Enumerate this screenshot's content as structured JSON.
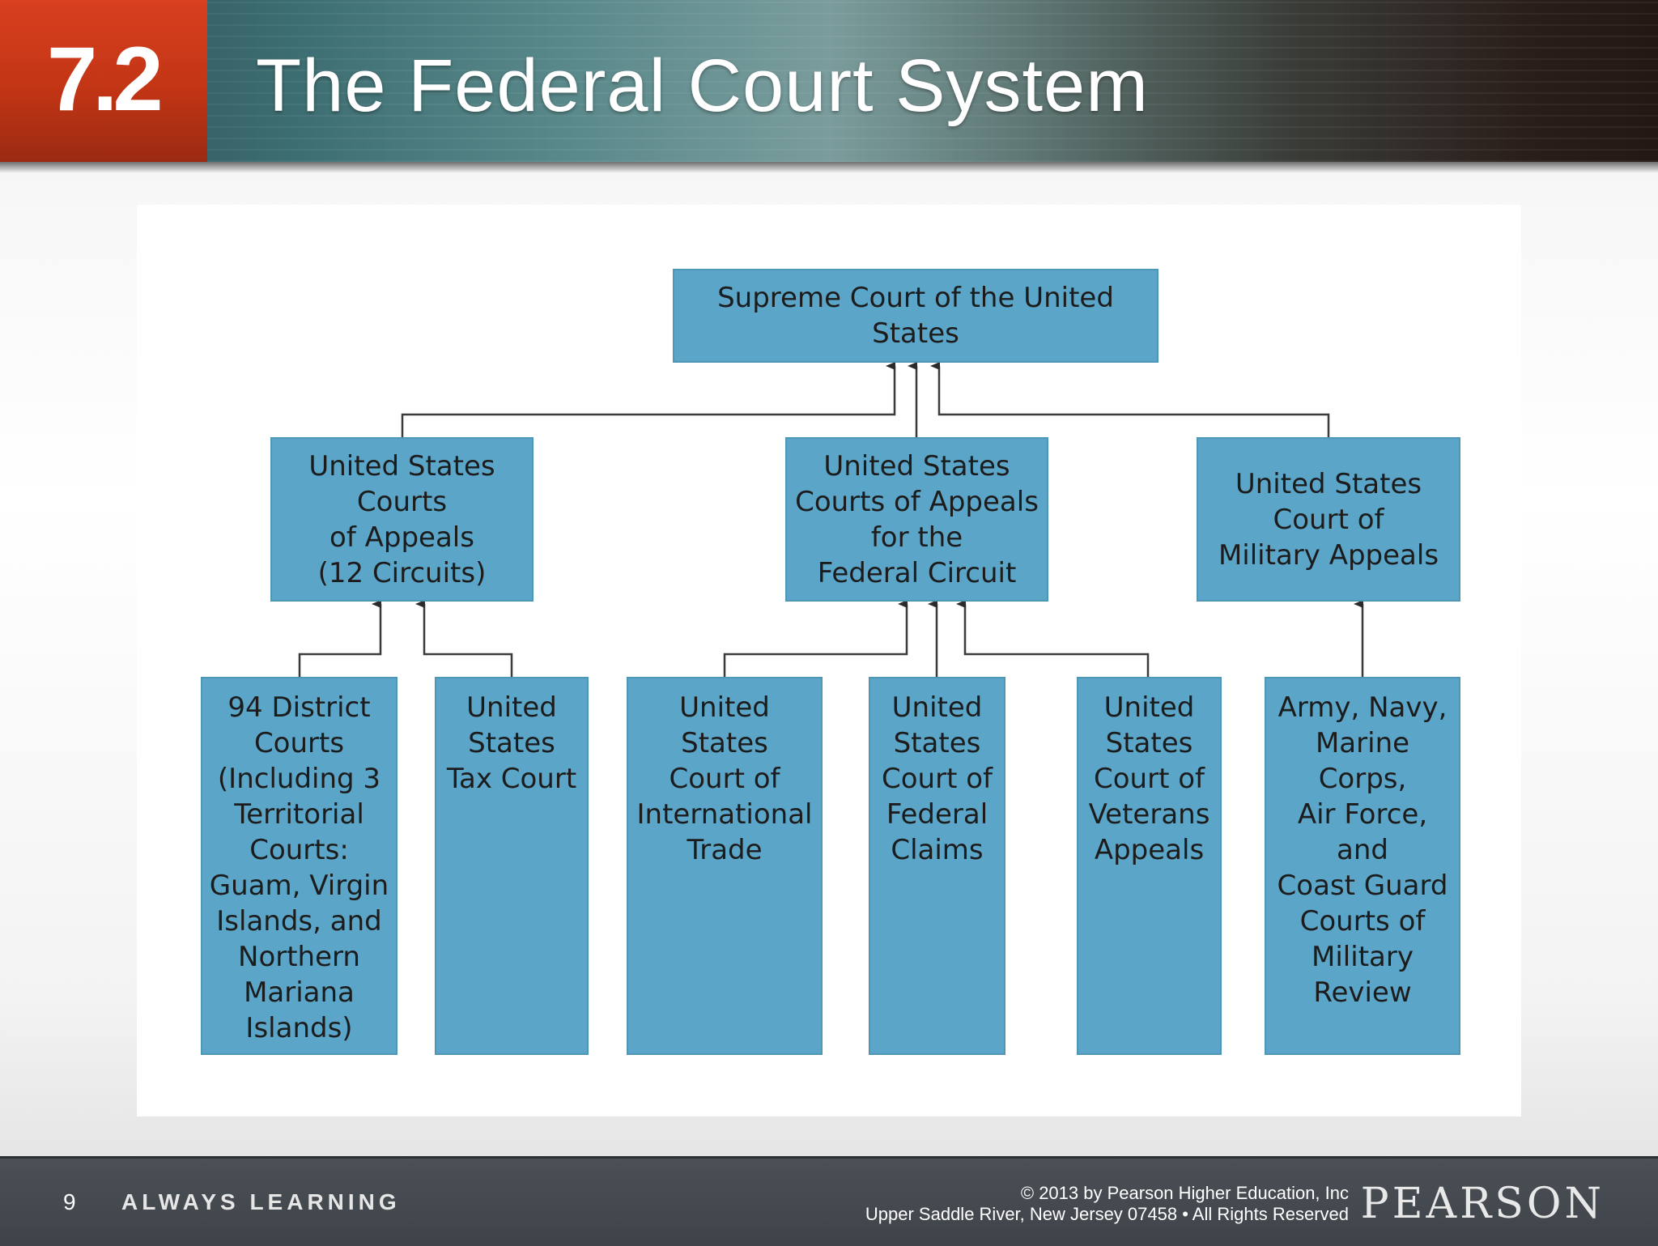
{
  "header": {
    "section_number": "7.2",
    "title": "The Federal Court System"
  },
  "org_chart": {
    "top": "Supreme Court of the United States",
    "appeals_regional": "United States\nCourts\nof Appeals\n(12 Circuits)",
    "appeals_federal_circuit": "United States\nCourts of Appeals\nfor the\nFederal Circuit",
    "military_appeals": "United States\nCourt of\nMilitary Appeals",
    "district_courts": "94 District\nCourts\n(Including 3\nTerritorial\nCourts:\nGuam, Virgin\nIslands, and\nNorthern\nMariana\nIslands)",
    "tax_court": "United\nStates\nTax Court",
    "international_trade": "United\nStates\nCourt of\nInternational\nTrade",
    "federal_claims": "United\nStates\nCourt of\nFederal\nClaims",
    "veterans_appeals": "United\nStates\nCourt of\nVeterans\nAppeals",
    "military_review": "Army, Navy,\nMarine\nCorps,\nAir Force,\nand\nCoast Guard\nCourts of\nMilitary\nReview"
  },
  "footer": {
    "page_number": "9",
    "tagline": "ALWAYS LEARNING",
    "copyright": "© 2013 by Pearson Higher Education, Inc\nUpper Saddle River, New Jersey 07458 • All Rights Reserved",
    "brand": "PEARSON"
  }
}
